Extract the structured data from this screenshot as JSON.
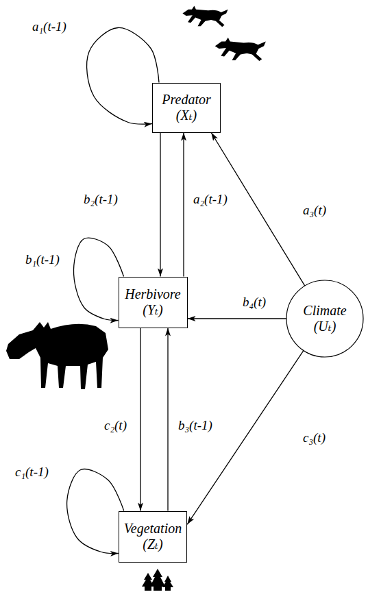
{
  "diagram": {
    "nodes": [
      {
        "text": [
          "Predator",
          "(Xₜ)"
        ]
      },
      {
        "text": [
          "Herbivore",
          "(Yₜ)"
        ]
      },
      {
        "text": [
          "Climate",
          "(Uₜ)"
        ]
      },
      {
        "text": [
          "Vegetation",
          "(Zₜ)"
        ]
      }
    ],
    "edges": [
      {
        "from": 0,
        "to": 0,
        "label": "a₁(t-1)",
        "arrow": "to"
      },
      {
        "from": 0,
        "to": 1,
        "label": "b₂(t-1)",
        "arrow": "to"
      },
      {
        "from": 1,
        "to": 0,
        "label": "a₂(t-1)",
        "arrow": "to"
      },
      {
        "from": 1,
        "to": 1,
        "label": "b₁(t-1)",
        "arrow": "to"
      },
      {
        "from": 2,
        "to": 1,
        "label": "b₄(t)",
        "arrow": "to"
      },
      {
        "from": 2,
        "to": 0,
        "label": "a₃(t)",
        "arrow": "to"
      },
      {
        "from": 1,
        "to": 3,
        "label": "c₂(t)",
        "arrow": "to"
      },
      {
        "from": 3,
        "to": 1,
        "label": "b₃(t-1)",
        "arrow": "to"
      },
      {
        "from": 3,
        "to": 3,
        "label": "c₁(t-1)",
        "arrow": "to"
      },
      {
        "from": 2,
        "to": 3,
        "label": "c₃(t)",
        "arrow": "to"
      }
    ]
  }
}
